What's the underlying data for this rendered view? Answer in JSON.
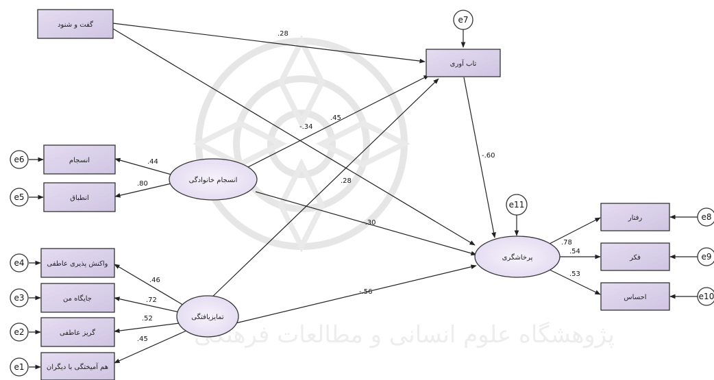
{
  "observed": {
    "gofto": "گفت و شنود",
    "tab": "تاب آوری",
    "ensejam": "انسجام",
    "entebagh": "انطباق",
    "vakonesh": "واکنش پذیری عاطفی",
    "jaygah": "جایگاه من",
    "goriz": "گریز عاطفی",
    "hamamikhtegi": "هم آمیختگی با دیگران",
    "raftar": "رفتار",
    "fekr": "فکر",
    "ehsas": "احساس"
  },
  "latent": {
    "ensejam_khanevadegi": "انسجام خانوادگی",
    "tamayoz": "تمایزیافتگی",
    "parkhashgari": "پرخاشگری"
  },
  "errors": {
    "e1": "e1",
    "e2": "e2",
    "e3": "e3",
    "e4": "e4",
    "e5": "e5",
    "e6": "e6",
    "e7": "e7",
    "e8": "e8",
    "e9": "e9",
    "e10": "e10",
    "e11": "e11"
  },
  "coefficients": {
    "gofto_tab": ".28",
    "gofto_park": "-.34",
    "ens_tab": ".45",
    "tab_park": "-.60",
    "ens_ensejam": ".44",
    "ens_entebagh": ".80",
    "ens_park": "-.30",
    "tam_tab": ".28",
    "tam_park": "-.56",
    "tam_vakonesh": ".46",
    "tam_jaygah": ".72",
    "tam_goriz": ".52",
    "tam_hamamikhtegi": ".45",
    "park_raftar": ".78",
    "park_fekr": ".54",
    "park_ehsas": ".53"
  },
  "watermark": "پژوهشگاه علوم انسانی و مطالعات فرهنگی",
  "colors": {
    "box_fill": "#d9d1ea",
    "ellipse_fill": "#ece6f6",
    "stroke": "#333333"
  }
}
